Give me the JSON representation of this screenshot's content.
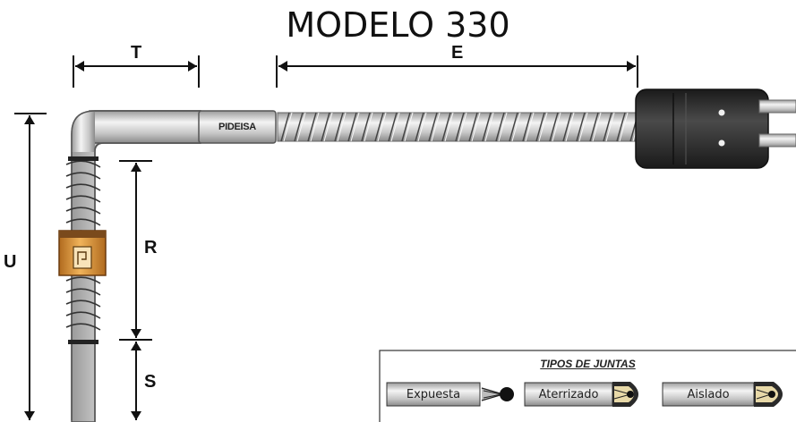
{
  "title": "MODELO 330",
  "dimensions": {
    "T": "T",
    "E": "E",
    "U": "U",
    "R": "R",
    "S": "S"
  },
  "sheath_label": "PIDEISA",
  "legend": {
    "title": "TIPOS DE JUNTAS",
    "types": [
      {
        "label": "Expuesta"
      },
      {
        "label": "Aterrizado"
      },
      {
        "label": "Aislado"
      }
    ]
  },
  "colors": {
    "metal": "#c8c8c8",
    "metal_highlight": "#f2f2f2",
    "connector": "#2e2e2e",
    "adapter": "#d68a2c",
    "junction_fill": "#e8d9a8"
  }
}
